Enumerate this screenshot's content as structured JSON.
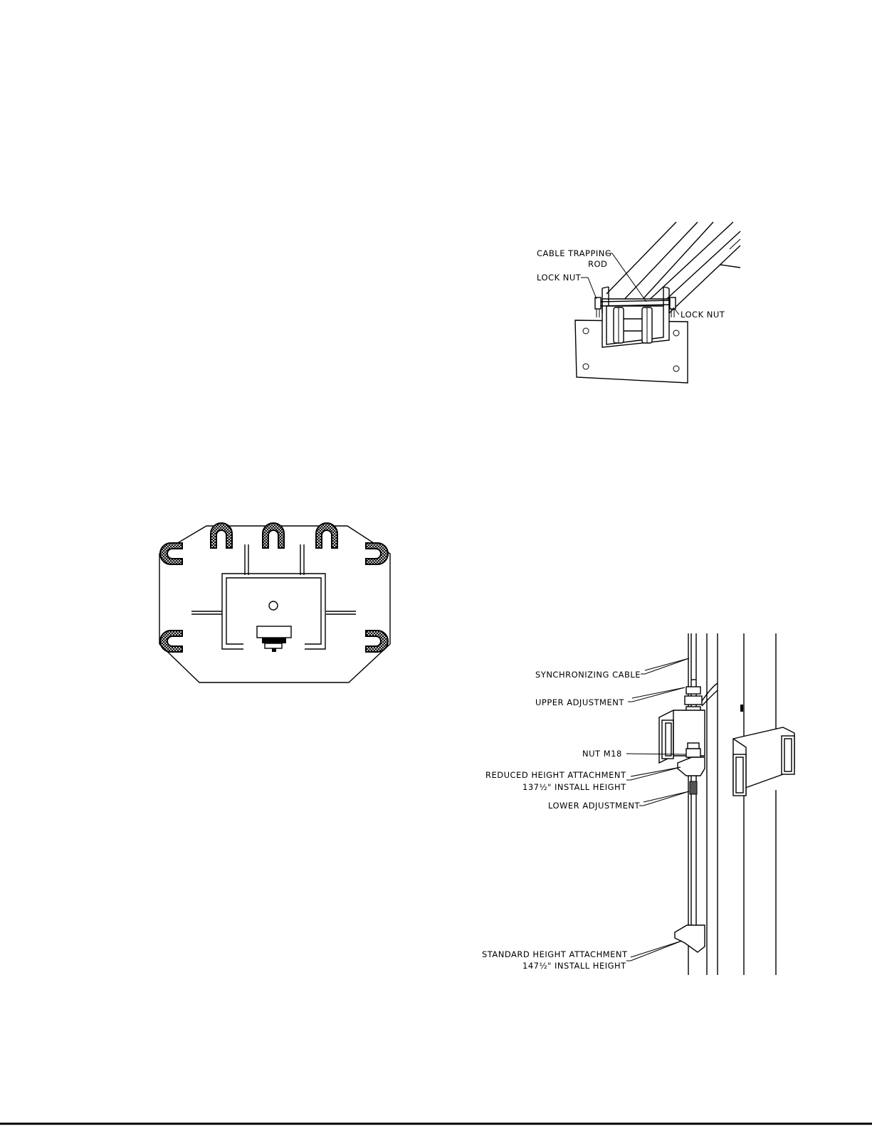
{
  "figures": {
    "trapping_rod": {
      "labels": {
        "cable_trapping_rod_line1": "CABLE TRAPPING",
        "cable_trapping_rod_line2": "ROD",
        "lock_nut_left": "LOCK NUT",
        "lock_nut_right": "LOCK NUT"
      }
    },
    "cable_adjustment": {
      "labels": {
        "synchronizing_cable": "SYNCHRONIZING CABLE",
        "upper_adjustment": "UPPER ADJUSTMENT",
        "nut_m18": "NUT M18",
        "reduced_height_line1": "REDUCED HEIGHT ATTACHMENT",
        "reduced_height_line2": "137½\" INSTALL HEIGHT",
        "lower_adjustment": "LOWER ADJUSTMENT",
        "standard_height_line1": "STANDARD HEIGHT ATTACHMENT",
        "standard_height_line2": "147½\" INSTALL HEIGHT"
      }
    }
  }
}
